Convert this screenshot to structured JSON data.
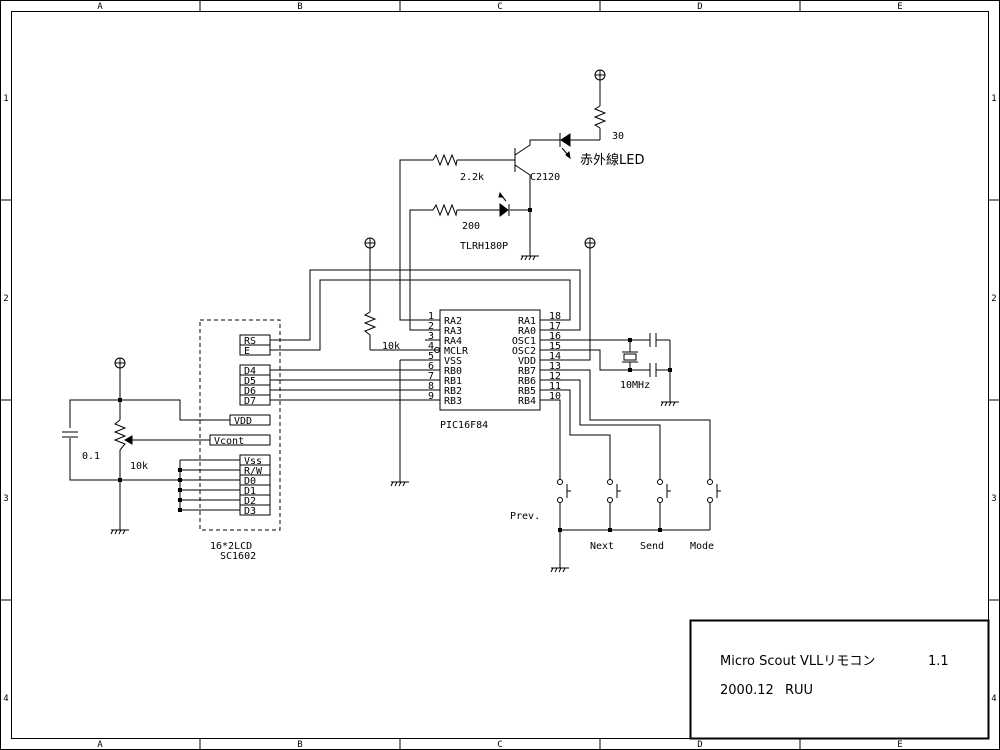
{
  "frame": {
    "columns": [
      "A",
      "B",
      "C",
      "D",
      "E"
    ],
    "rows": [
      "1",
      "2",
      "3",
      "4"
    ]
  },
  "ic": {
    "name": "PIC16F84",
    "left_pins": [
      {
        "num": "1",
        "label": "RA2"
      },
      {
        "num": "2",
        "label": "RA3"
      },
      {
        "num": "3",
        "label": "RA4"
      },
      {
        "num": "4",
        "label": "MCLR"
      },
      {
        "num": "5",
        "label": "VSS"
      },
      {
        "num": "6",
        "label": "RB0"
      },
      {
        "num": "7",
        "label": "RB1"
      },
      {
        "num": "8",
        "label": "RB2"
      },
      {
        "num": "9",
        "label": "RB3"
      }
    ],
    "right_pins": [
      {
        "num": "18",
        "label": "RA1"
      },
      {
        "num": "17",
        "label": "RA0"
      },
      {
        "num": "16",
        "label": "OSC1"
      },
      {
        "num": "15",
        "label": "OSC2"
      },
      {
        "num": "14",
        "label": "VDD"
      },
      {
        "num": "13",
        "label": "RB7"
      },
      {
        "num": "12",
        "label": "RB6"
      },
      {
        "num": "11",
        "label": "RB5"
      },
      {
        "num": "10",
        "label": "RB4"
      }
    ]
  },
  "lcd": {
    "name": "16*2LCD",
    "part": "SC1602",
    "pins_top": [
      "RS",
      "E"
    ],
    "pins_data_high": [
      "D4",
      "D5",
      "D6",
      "D7"
    ],
    "pin_vdd": "VDD",
    "pin_vcont": "Vcont",
    "pins_low": [
      "Vss",
      "R/W",
      "D0",
      "D1",
      "D2",
      "D3"
    ]
  },
  "components": {
    "r_led": "30",
    "ir_led": "赤外線LED",
    "r_base": "2.2k",
    "transistor": "C2120",
    "r_ind": "200",
    "led_ind": "TLRH180P",
    "r_mclr": "10k",
    "crystal": "10MHz",
    "cap": "0.1",
    "pot": "10k"
  },
  "buttons": [
    "Prev.",
    "Next",
    "Send",
    "Mode"
  ],
  "title_block": {
    "title": "Micro Scout VLLリモコン",
    "version": "1.1",
    "date": "2000.12",
    "author": "RUU"
  }
}
